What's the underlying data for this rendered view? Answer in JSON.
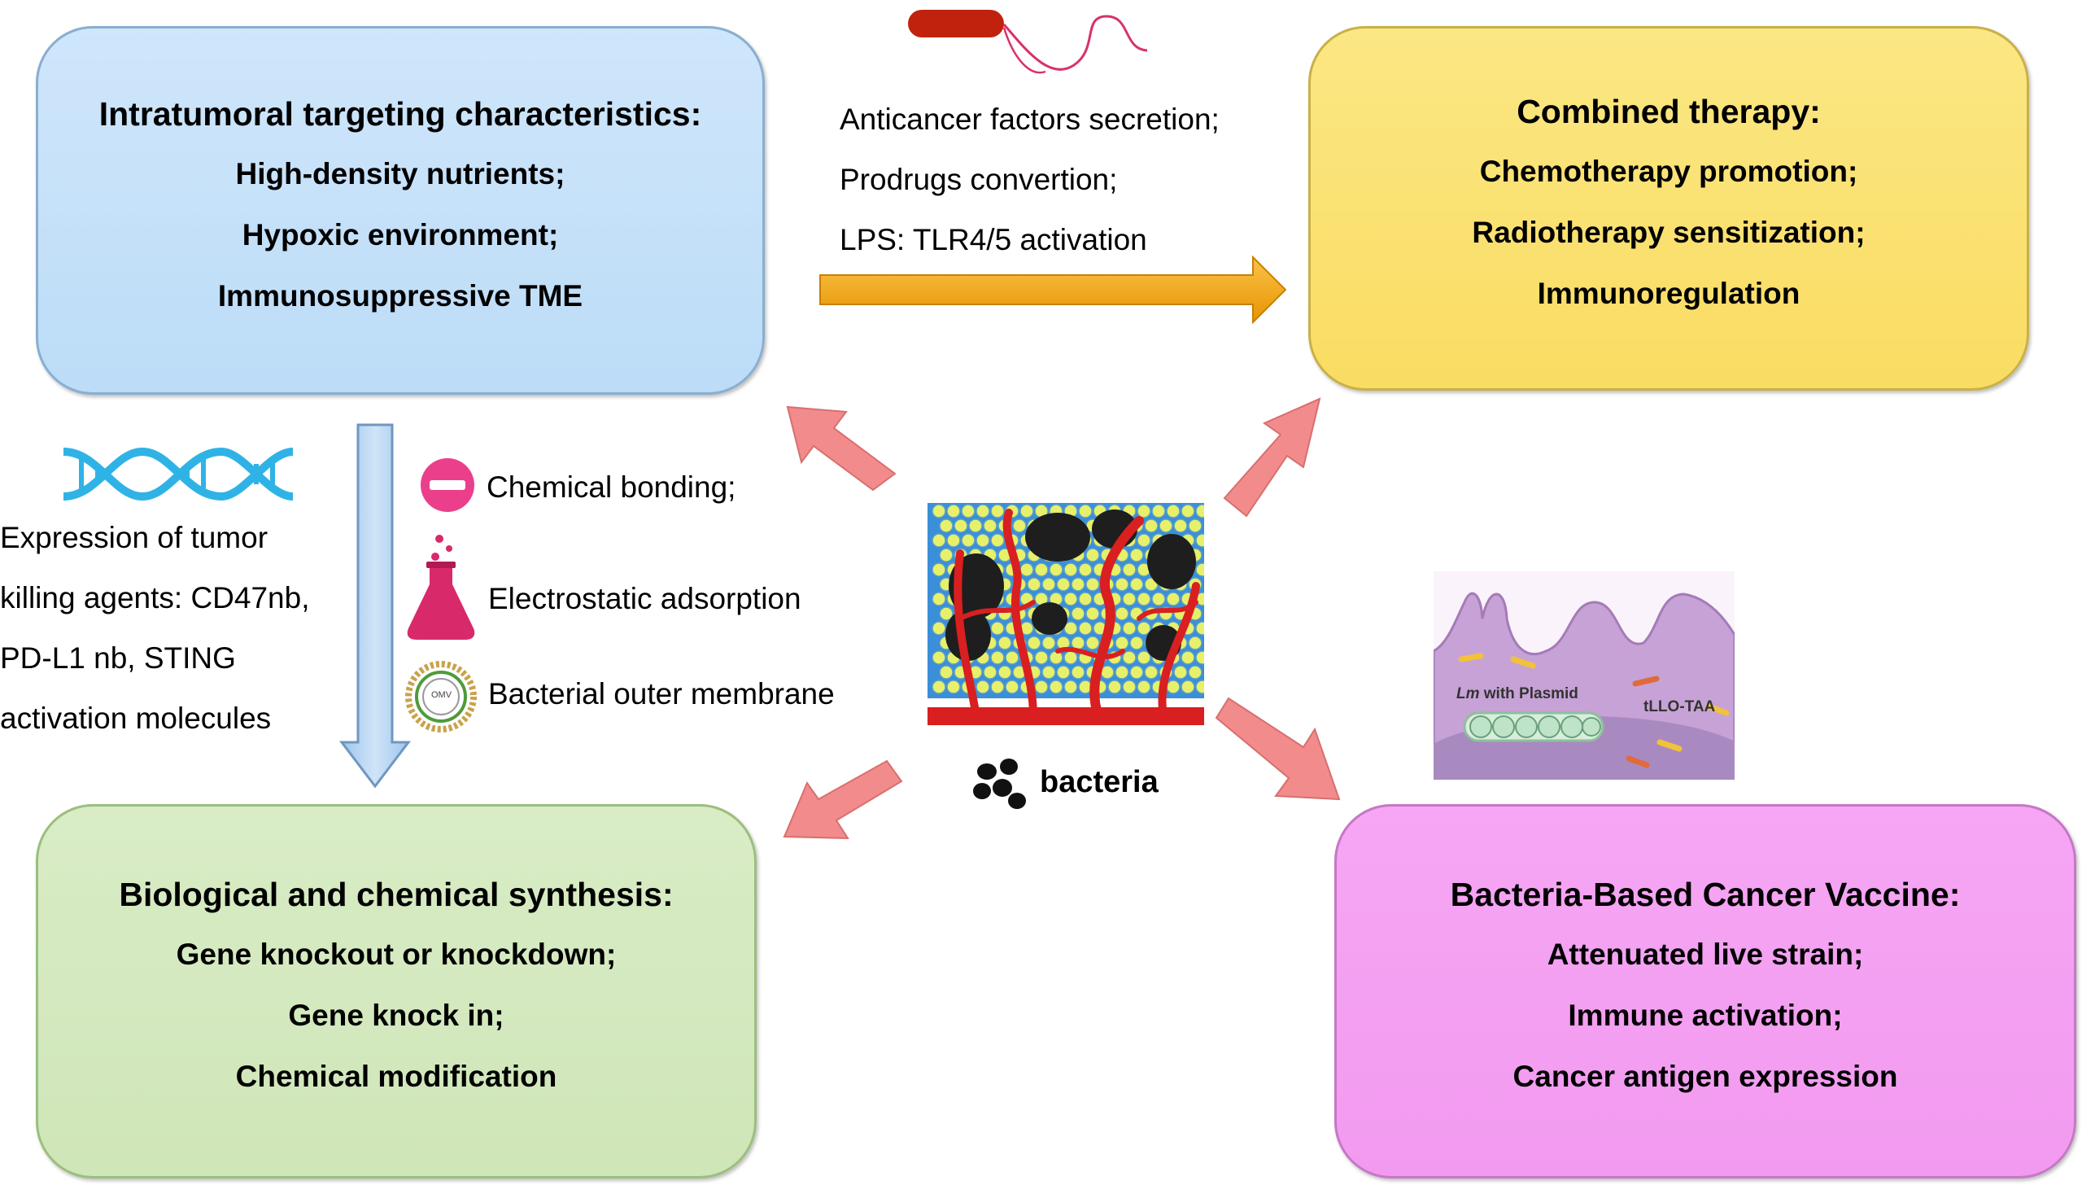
{
  "boxes": {
    "targeting": {
      "title": "Intratumoral targeting characteristics:",
      "items": [
        "High-density nutrients;",
        "Hypoxic environment;",
        "Immunosuppressive TME"
      ]
    },
    "combined": {
      "title": "Combined therapy:",
      "items": [
        "Chemotherapy promotion;",
        "Radiotherapy sensitization;",
        "Immunoregulation"
      ]
    },
    "synthesis": {
      "title": "Biological and chemical synthesis:",
      "items": [
        "Gene knockout or knockdown;",
        "Gene knock in;",
        "Chemical modification"
      ]
    },
    "vaccine": {
      "title": "Bacteria-Based Cancer Vaccine:",
      "items": [
        "Attenuated live strain;",
        "Immune activation;",
        "Cancer antigen expression"
      ]
    }
  },
  "top_arrow_labels": [
    "Anticancer factors secretion;",
    "Prodrugs convertion;",
    "LPS: TLR4/5 activation"
  ],
  "left_expression_lines": [
    "Expression of tumor",
    "killing agents: CD47nb,",
    "PD-L1 nb, STING",
    "activation molecules"
  ],
  "middle_methods": [
    "Chemical bonding;",
    "Electrostatic adsorption",
    "Bacterial outer membrane"
  ],
  "membrane_label": "OMV",
  "bacteria_label": "bacteria",
  "vaccine_image": {
    "plasmid_label_italic": "Lm",
    "plasmid_label_rest": "with Plasmid",
    "antigen_label": "tLLO-TAA"
  },
  "colors": {
    "targeting_bg": "#c8e2fa",
    "combined_bg": "#fae173",
    "synthesis_bg": "#d5e9c0",
    "vaccine_bg": "#f4a0f2",
    "pink_arrow": "#f28b8b",
    "orange_arrow": "#f5a100",
    "dna": "#2fb3e6",
    "vessel": "#d91f1f"
  },
  "icons": [
    "dna-icon",
    "minus-circle-icon",
    "flask-icon",
    "outer-membrane-vesicle-icon",
    "bacterium-flagella-icon",
    "bacteria-cluster-icon"
  ]
}
